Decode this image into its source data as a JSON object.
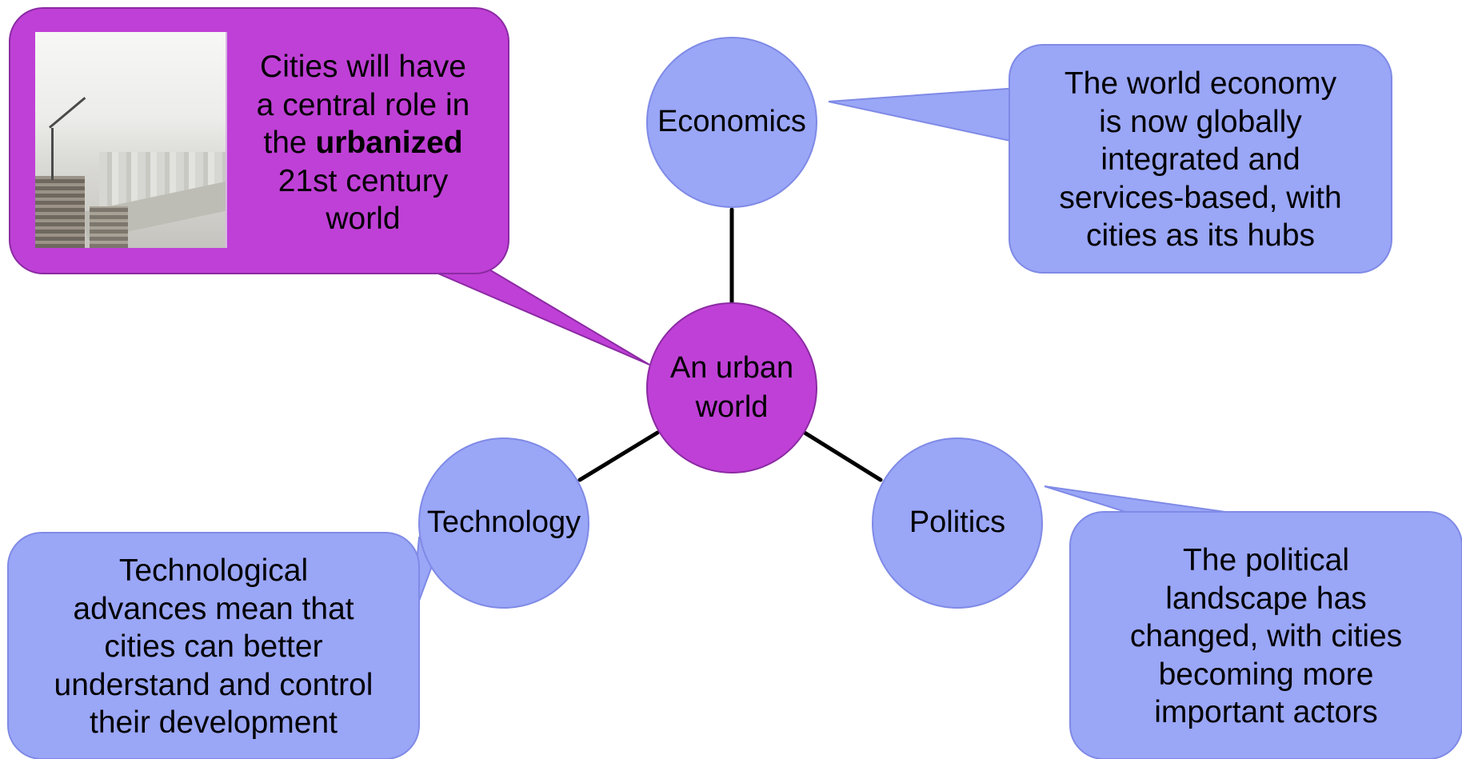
{
  "center": {
    "label_lines": [
      "An urban",
      "world"
    ]
  },
  "nodes": {
    "economics": {
      "label": "Economics"
    },
    "technology": {
      "label": "Technology"
    },
    "politics": {
      "label": "Politics"
    }
  },
  "callouts": {
    "urban": {
      "lines": [
        "Cities will have",
        "a central role in"
      ],
      "line3_prefix": "the ",
      "line3_bold": "urbanized",
      "lines_after": [
        "21st century",
        "world"
      ]
    },
    "economics": {
      "lines": [
        "The world economy",
        "is now globally",
        "integrated and",
        "services-based, with",
        "cities as its hubs"
      ]
    },
    "technology": {
      "lines": [
        "Technological",
        "advances mean that",
        "cities can better",
        "understand and control",
        "their development"
      ]
    },
    "politics": {
      "lines": [
        "The political",
        "landscape has",
        "changed, with cities",
        "becoming more",
        "important actors"
      ]
    }
  },
  "colors": {
    "purple": "#bf40d6",
    "blue": "#9aa6f6",
    "connector": "#000000"
  }
}
